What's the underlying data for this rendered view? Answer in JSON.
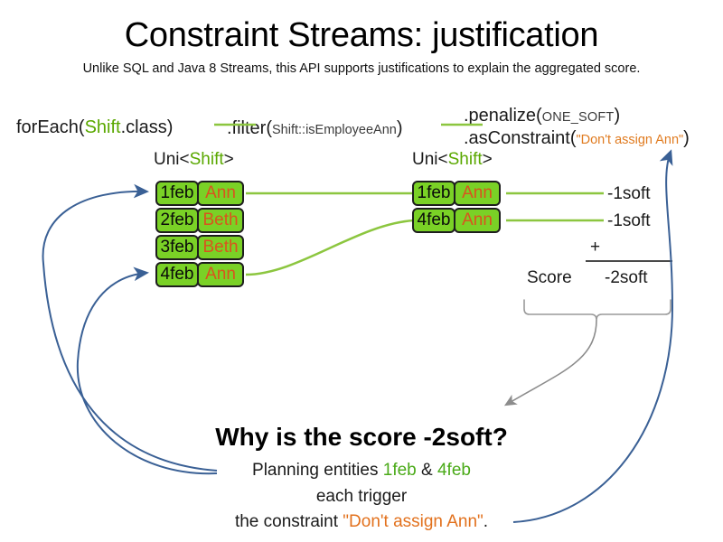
{
  "slide": {
    "title": "Constraint Streams: justification",
    "subtitle": "Unlike SQL and Java 8 Streams, this API supports justifications to explain the aggregated score."
  },
  "colors": {
    "tuple_fill": "#7ad126",
    "tuple_border": "#1d1d1d",
    "name_text": "#d9541e",
    "class_green": "#5aa800",
    "string_orange": "#e07b20",
    "stream_line": "#8cc63f",
    "blue_arrow": "#3a6095",
    "gray_arrow": "#8c8c8c"
  },
  "pipeline": {
    "foreach": {
      "prefix": "forEach(",
      "class": "Shift",
      "suffix": ".class)"
    },
    "filter": {
      "prefix": ".filter(",
      "class": "Shift",
      "method": "::isEmployeeAnn",
      "suffix": ")"
    },
    "penalize": {
      "prefix": ".penalize(",
      "const": "ONE_SOFT",
      "suffix": ")"
    },
    "as_constraint": {
      "prefix": ".asConstraint(",
      "string": "\"Don't assign Ann\"",
      "suffix": ")"
    }
  },
  "streams": {
    "left": {
      "label_prefix": "Uni<",
      "label_class": "Shift",
      "label_suffix": ">",
      "tuples": [
        {
          "date": "1feb",
          "name": "Ann"
        },
        {
          "date": "2feb",
          "name": "Beth"
        },
        {
          "date": "3feb",
          "name": "Beth"
        },
        {
          "date": "4feb",
          "name": "Ann"
        }
      ]
    },
    "right": {
      "label_prefix": "Uni<",
      "label_class": "Shift",
      "label_suffix": ">",
      "tuples": [
        {
          "date": "1feb",
          "name": "Ann"
        },
        {
          "date": "4feb",
          "name": "Ann"
        }
      ]
    }
  },
  "score": {
    "penalties": [
      "-1soft",
      "-1soft"
    ],
    "operator": "+",
    "label": "Score",
    "total": "-2soft"
  },
  "explanation": {
    "heading": "Why is the score -2soft?",
    "line1_pre": "Planning entities ",
    "line1_date_a": "1feb",
    "line1_amp": " & ",
    "line1_date_b": "4feb",
    "line2": "each trigger",
    "line3_pre": "the constraint ",
    "line3_quote": "\"Don't assign Ann\"",
    "line3_post": "."
  }
}
